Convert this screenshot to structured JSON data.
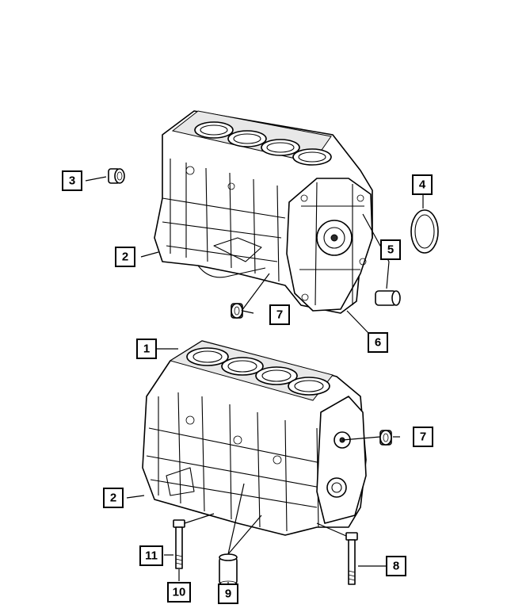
{
  "callouts": {
    "c1": "1",
    "c2_top": "2",
    "c2_bottom": "2",
    "c3": "3",
    "c4": "4",
    "c5": "5",
    "c6": "6",
    "c7_top": "7",
    "c7_bottom": "7",
    "c8": "8",
    "c9": "9",
    "c10": "10",
    "c11": "11"
  }
}
